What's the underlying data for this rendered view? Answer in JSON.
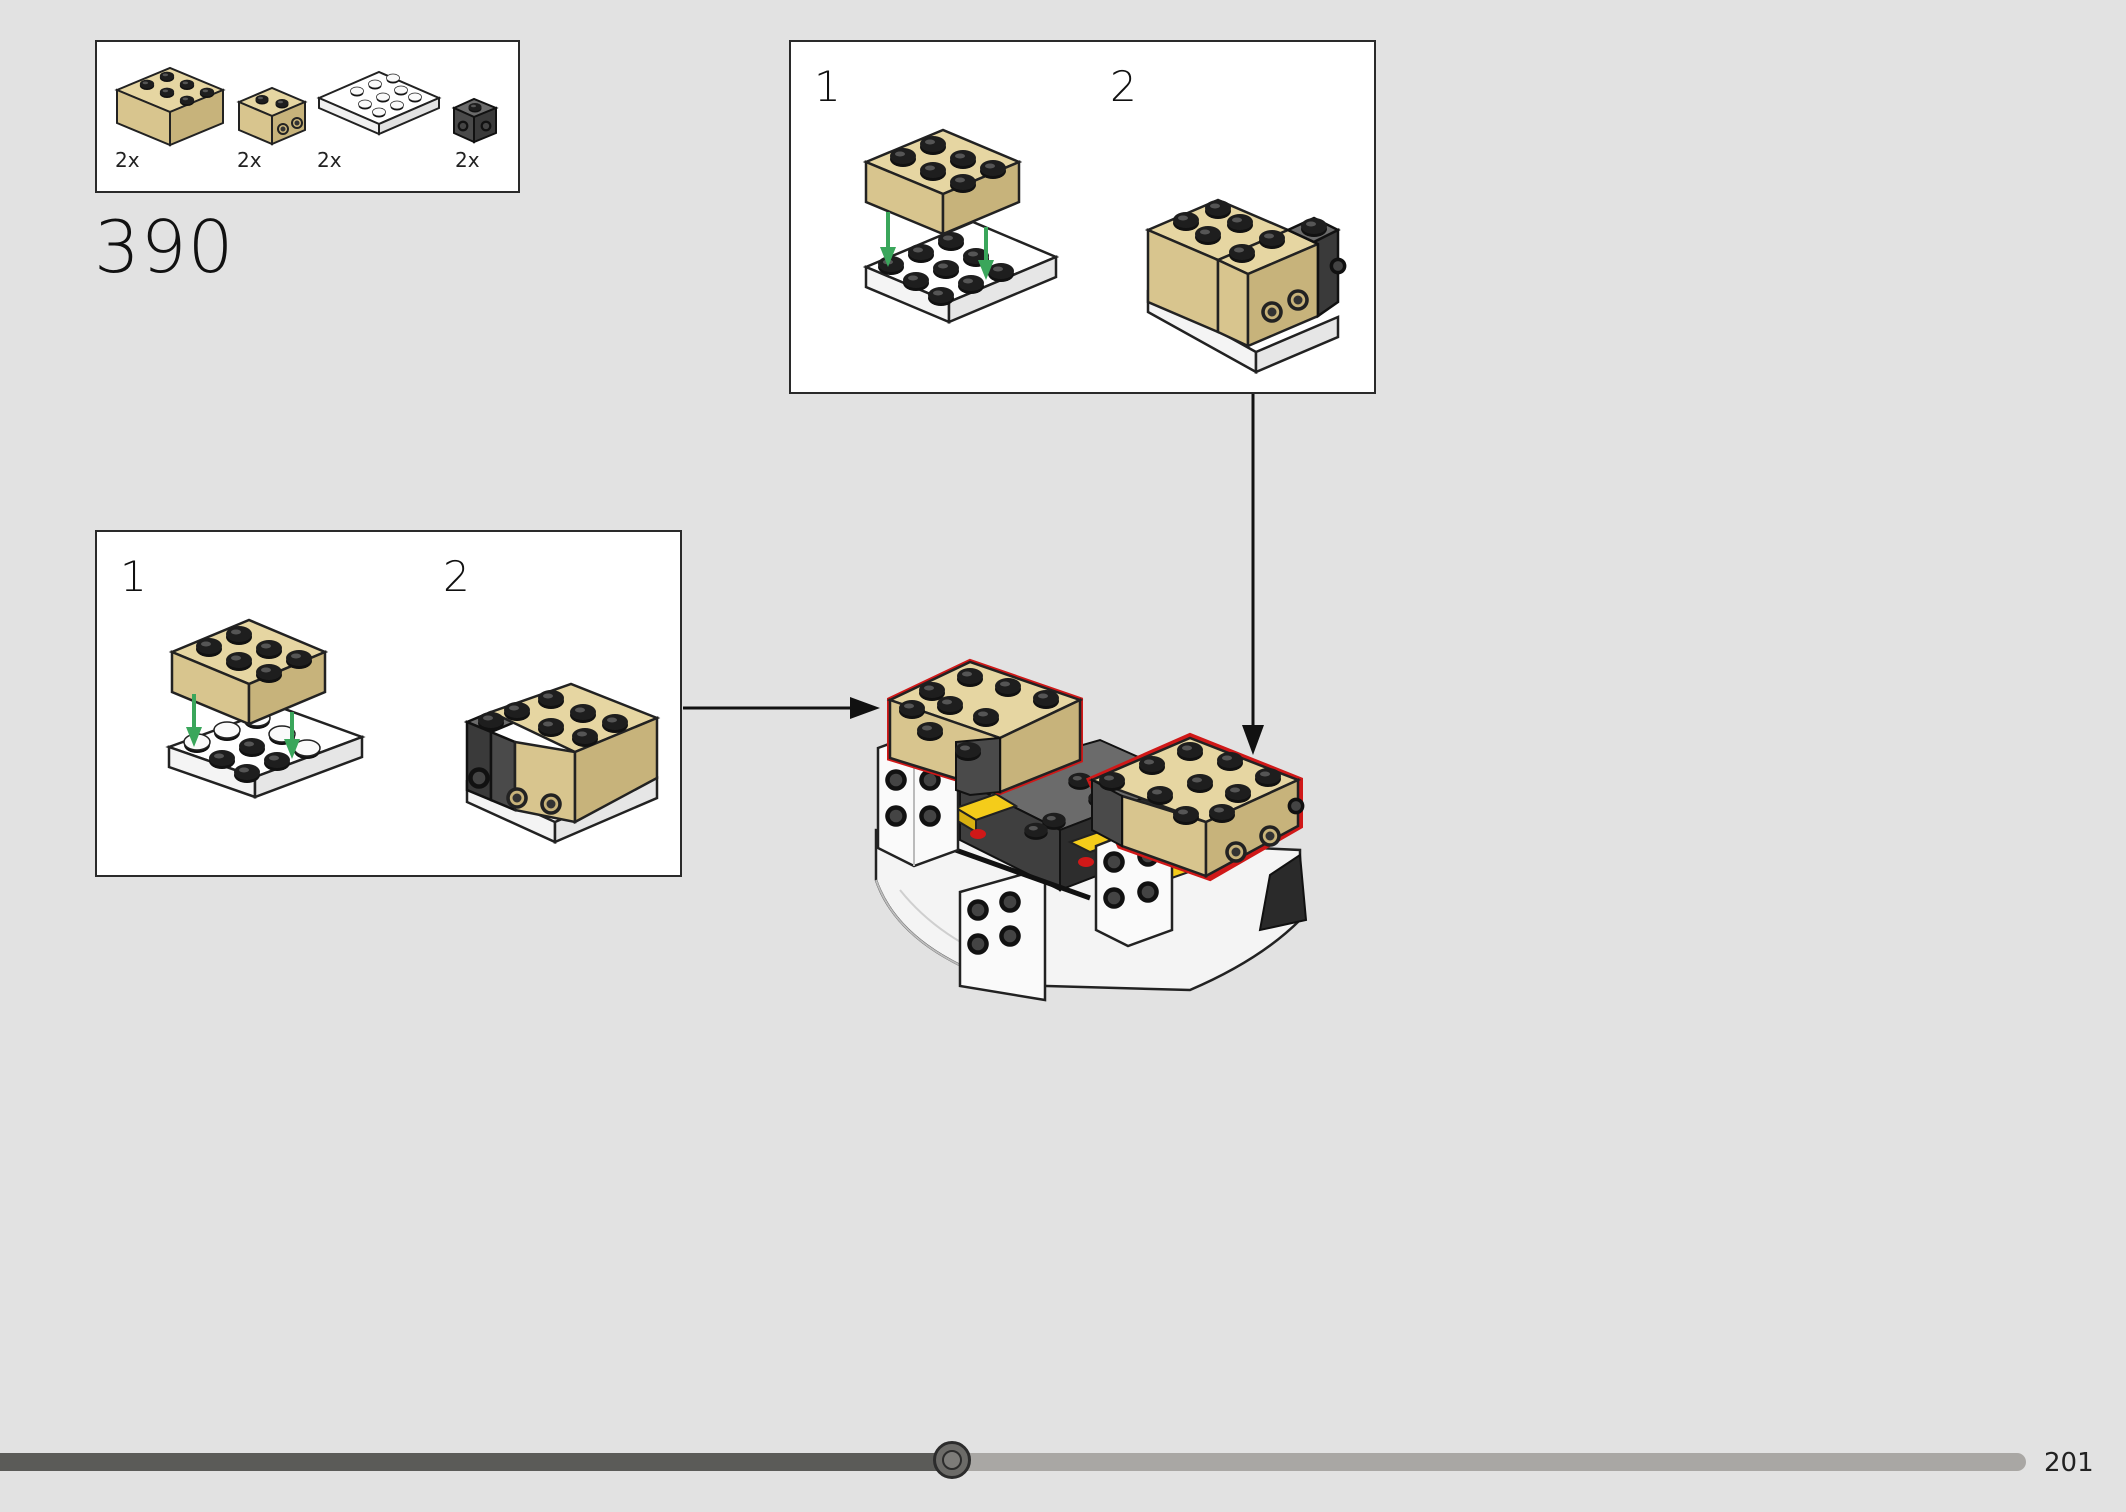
{
  "step": {
    "number": "390"
  },
  "parts_list": [
    {
      "quantity": "2x",
      "part": "tan-brick-2x3"
    },
    {
      "quantity": "2x",
      "part": "tan-brick-1x2-with-studs-on-side"
    },
    {
      "quantity": "2x",
      "part": "white-plate-2x3"
    },
    {
      "quantity": "2x",
      "part": "dark-gray-brick-1x1-with-studs-on-sides"
    }
  ],
  "subassembly_top": {
    "steps": [
      "1",
      "2"
    ]
  },
  "subassembly_left": {
    "steps": [
      "1",
      "2"
    ]
  },
  "progress": {
    "fraction": 0.47
  },
  "page": {
    "number": "201"
  },
  "colors": {
    "tan": "#d8c58e",
    "white_part": "#ffffff",
    "dark_gray": "#4a4a4a",
    "arrow_green": "#3aa65b",
    "highlight_red": "#d01818",
    "yellow": "#f4cc1a"
  }
}
